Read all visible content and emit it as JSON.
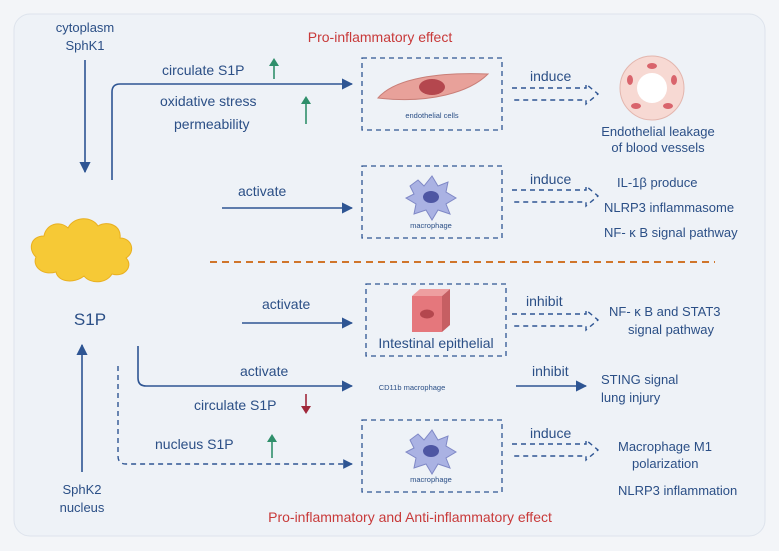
{
  "labels": {
    "top_title": "Pro-inflammatory effect",
    "bottom_title": "Pro-inflammatory and Anti-inflammatory effect",
    "cytoplasm": "cytoplasm",
    "sphk1": "SphK1",
    "s1p": "S1P",
    "sphk2": "SphK2",
    "nucleus": "nucleus"
  },
  "row1": {
    "arrow_label_1": "circulate S1P",
    "arrow_label_2": "oxidative stress",
    "arrow_label_3": "permeability",
    "cell_label": "endothelial cells",
    "action": "induce",
    "outcome_1": "Endothelial leakage",
    "outcome_2": "of blood vessels"
  },
  "row2": {
    "arrow_label": "activate",
    "cell_label": "macrophage",
    "action": "induce",
    "outcome_1": "IL-1β produce",
    "outcome_2": "NLRP3 inflammasome",
    "outcome_3": "NF- κ B signal pathway"
  },
  "row3": {
    "arrow_label": "activate",
    "cell_label": "Intestinal epithelial",
    "action": "inhibit",
    "outcome_1": "NF- κ B and STAT3",
    "outcome_2": "signal pathway"
  },
  "row4": {
    "arrow_label_1": "activate",
    "arrow_label_2": "circulate S1P",
    "cell_label": "CD11b macrophage",
    "action": "inhibit",
    "outcome_1": "STING signal",
    "outcome_2": "lung injury"
  },
  "row5": {
    "arrow_label": "nucleus S1P",
    "cell_label": "macrophage",
    "action": "induce",
    "outcome_1": "Macrophage M1",
    "outcome_2": "polarization",
    "outcome_3": "NLRP3 inflammation"
  },
  "colors": {
    "blue": "#2e5593",
    "red": "#c83a3a",
    "green": "#2f8f6b",
    "down_red": "#a0283a",
    "orange": "#d0752a",
    "cloud": "#f6c936"
  }
}
